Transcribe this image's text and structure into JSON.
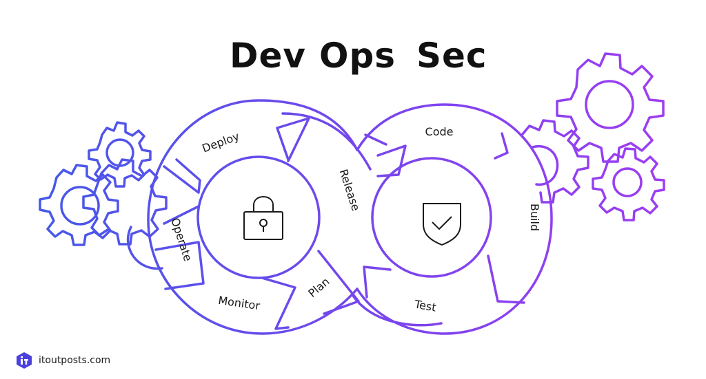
{
  "title": {
    "dev": "Dev",
    "ops": "Ops",
    "sec": "Sec"
  },
  "stages": {
    "deploy": "Deploy",
    "release": "Release",
    "operate": "Operate",
    "monitor": "Monitor",
    "plan": "Plan",
    "code": "Code",
    "build": "Build",
    "test": "Test"
  },
  "center_icons": {
    "left": "lock-icon",
    "right": "shield-check-icon"
  },
  "brand": {
    "text": "itoutposts.com",
    "icon": "itoutposts-logo-icon"
  },
  "colors": {
    "blue": "#3f5be8",
    "purple": "#9b3cf0",
    "text": "#111111"
  }
}
